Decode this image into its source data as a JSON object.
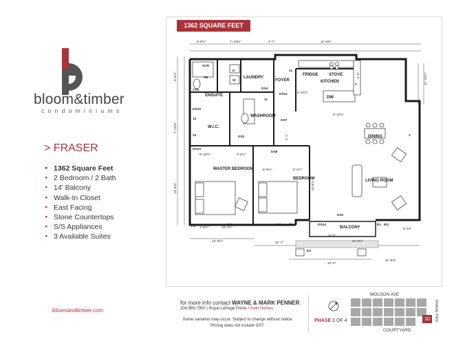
{
  "brand": {
    "name": "bloom&timber",
    "subtitle": "condominiums",
    "logo_colors": {
      "primary": "#a8343b",
      "secondary": "#555555"
    }
  },
  "suite": {
    "title": "> FRASER",
    "features": [
      "1362 Square Feet",
      "2 Bedroom / 2 Bath",
      "14' Balcony",
      "Walk-In Closet",
      "East Facing",
      "Stone Countertops",
      "S/S Appliances",
      "3 Available Suites"
    ]
  },
  "website": "bloomandtimber.com",
  "plan": {
    "banner": "1362 SQUARE FEET",
    "rooms": {
      "laundry": "LAUNDRY",
      "foyer": "FOYER",
      "fridge": "FRIDGE",
      "stove": "STOVE",
      "kitchen": "KITCHEN",
      "ensuite": "ENSUITE",
      "washroom": "WASHROOM",
      "wic": "W.I.C.",
      "dining": "DINING",
      "living": "LIVING ROOM",
      "master": "MASTER BEDROOM",
      "bedroom": "BEDROOM",
      "balcony": "BALCONY",
      "dw": "DW"
    },
    "dims": {
      "top1": "5'-8½\"",
      "top2": "7'-10⅜\"",
      "top3": "4'-7\"",
      "top4": "11'-5⅜\"",
      "left1": "9'-6½\"",
      "left2": "7'-10⅜\"",
      "left3": "13'-9⅞\"",
      "right1": "11'-10½\"",
      "right2": "4'-9\"",
      "dim_mid1": "6'-10½\"",
      "dim_mid2": "8'-10½\"",
      "dim_mid3": "8'-10⅝\"",
      "dim_mid4": "3'-8½\"",
      "dim_mid5": "6'-9⅛\"",
      "dim_mid6": "5'-4½\"",
      "dim_mid7": "13'-9⅞\"",
      "dim_mid8": "4'-1\"",
      "bot1": "1'-6½\"",
      "bot2": "10'-2½\"",
      "bot3": "12'-8½\"",
      "bot4": "11'-7\"",
      "bot5": "14'-0\"",
      "bot6": "21'-5½\"",
      "bot7": "6'-10\"",
      "bot8": "12'-3\"",
      "bot9": "11'-5⅜\""
    },
    "tags": {
      "scr": "SCR",
      "tb": "TB",
      "ttd": "TTD",
      "d": "D",
      "w": "W",
      "ds4": "DS4",
      "ds7": "DS7",
      "ds8": "DS8",
      "ds3": "DS3",
      "ds10a": "DS10",
      "ds10b": "DS10",
      "ds11": "DS11",
      "ds2": "DS2",
      "ds14": "DS14",
      "e1a": "E1",
      "e1b": "E1",
      "e4a": "E4",
      "e4b": "E4",
      "w1a": "W1",
      "w1b": "W1",
      "w1c": "W1",
      "n10a": "10",
      "n10b": "10",
      "n11a": "11",
      "n11b": "11",
      "n3": "3",
      "n2": "2"
    }
  },
  "footer": {
    "contact_prefix": "for more info contact ",
    "contact_names": "WAYNE & MARK PENNER",
    "phone": "204.989.7900",
    "agency": "Royal LePage Prime",
    "builder": "Irwin Homes",
    "note1": "Some variation may occur. Subject to change without notice",
    "note2": "Pricing does not include GST",
    "phase_label": "PHASE 1",
    "phase_of": " OF 4",
    "site_top": "MOLSON AVE",
    "site_bottom": "COURTYARD",
    "site_right": "PHASE TWO",
    "unit": "10"
  }
}
